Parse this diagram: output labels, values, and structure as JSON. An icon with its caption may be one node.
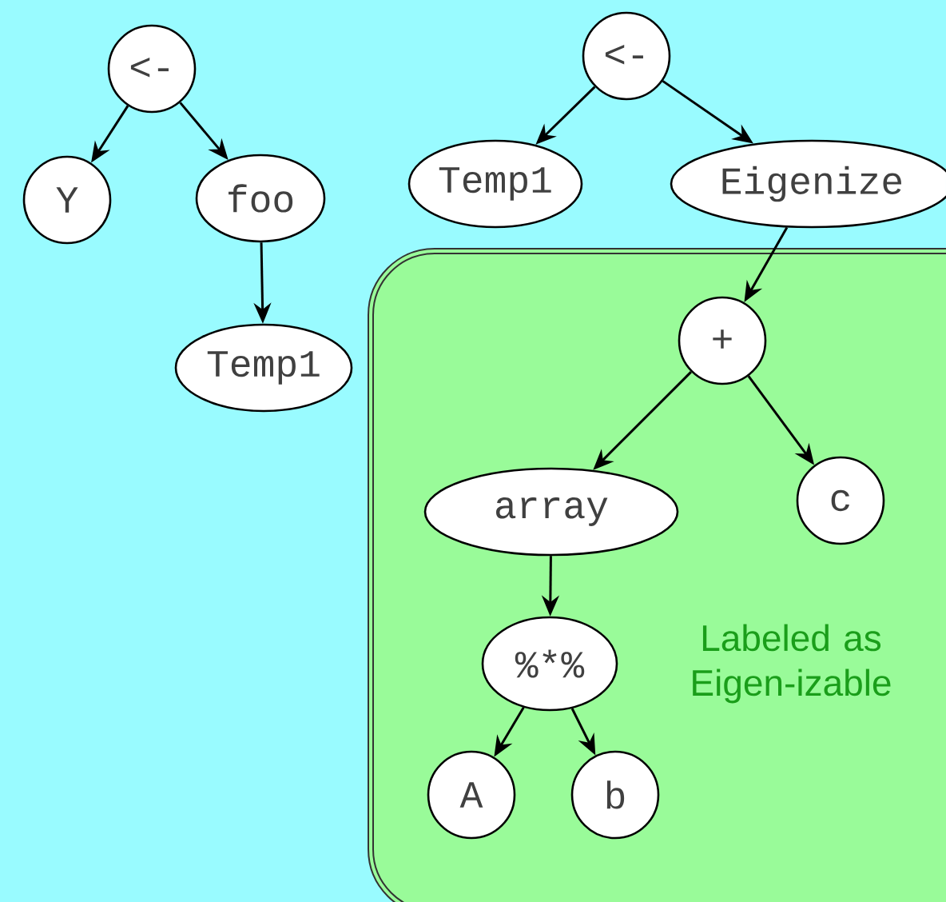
{
  "diagram": {
    "nodes": [
      {
        "text": [
          "<-"
        ]
      },
      {
        "text": [
          "Y"
        ]
      },
      {
        "text": [
          "foo"
        ]
      },
      {
        "text": [
          "Temp1"
        ]
      },
      {
        "text": [
          "<-"
        ]
      },
      {
        "text": [
          "Temp1"
        ]
      },
      {
        "text": [
          "Eigenize"
        ]
      },
      {
        "text": [
          "Labeled as Eigen-izable"
        ]
      },
      {
        "text": [
          "+"
        ],
        "in": 7
      },
      {
        "text": [
          "array"
        ],
        "in": 7
      },
      {
        "text": [
          "c"
        ],
        "in": 7
      },
      {
        "text": [
          "%*%"
        ],
        "in": 7
      },
      {
        "text": [
          "A"
        ],
        "in": 7
      },
      {
        "text": [
          "b"
        ],
        "in": 7
      }
    ],
    "edges": [
      {
        "from": 0,
        "to": 1,
        "arrow": "to"
      },
      {
        "from": 0,
        "to": 2,
        "arrow": "to"
      },
      {
        "from": 2,
        "to": 3,
        "arrow": "to"
      },
      {
        "from": 4,
        "to": 5,
        "arrow": "to"
      },
      {
        "from": 4,
        "to": 6,
        "arrow": "to"
      },
      {
        "from": 6,
        "to": 8,
        "arrow": "to"
      },
      {
        "from": 8,
        "to": 9,
        "arrow": "to"
      },
      {
        "from": 8,
        "to": 10,
        "arrow": "to"
      },
      {
        "from": 9,
        "to": 11,
        "arrow": "to"
      },
      {
        "from": 11,
        "to": 12,
        "arrow": "to"
      },
      {
        "from": 11,
        "to": 13,
        "arrow": "to"
      }
    ]
  }
}
